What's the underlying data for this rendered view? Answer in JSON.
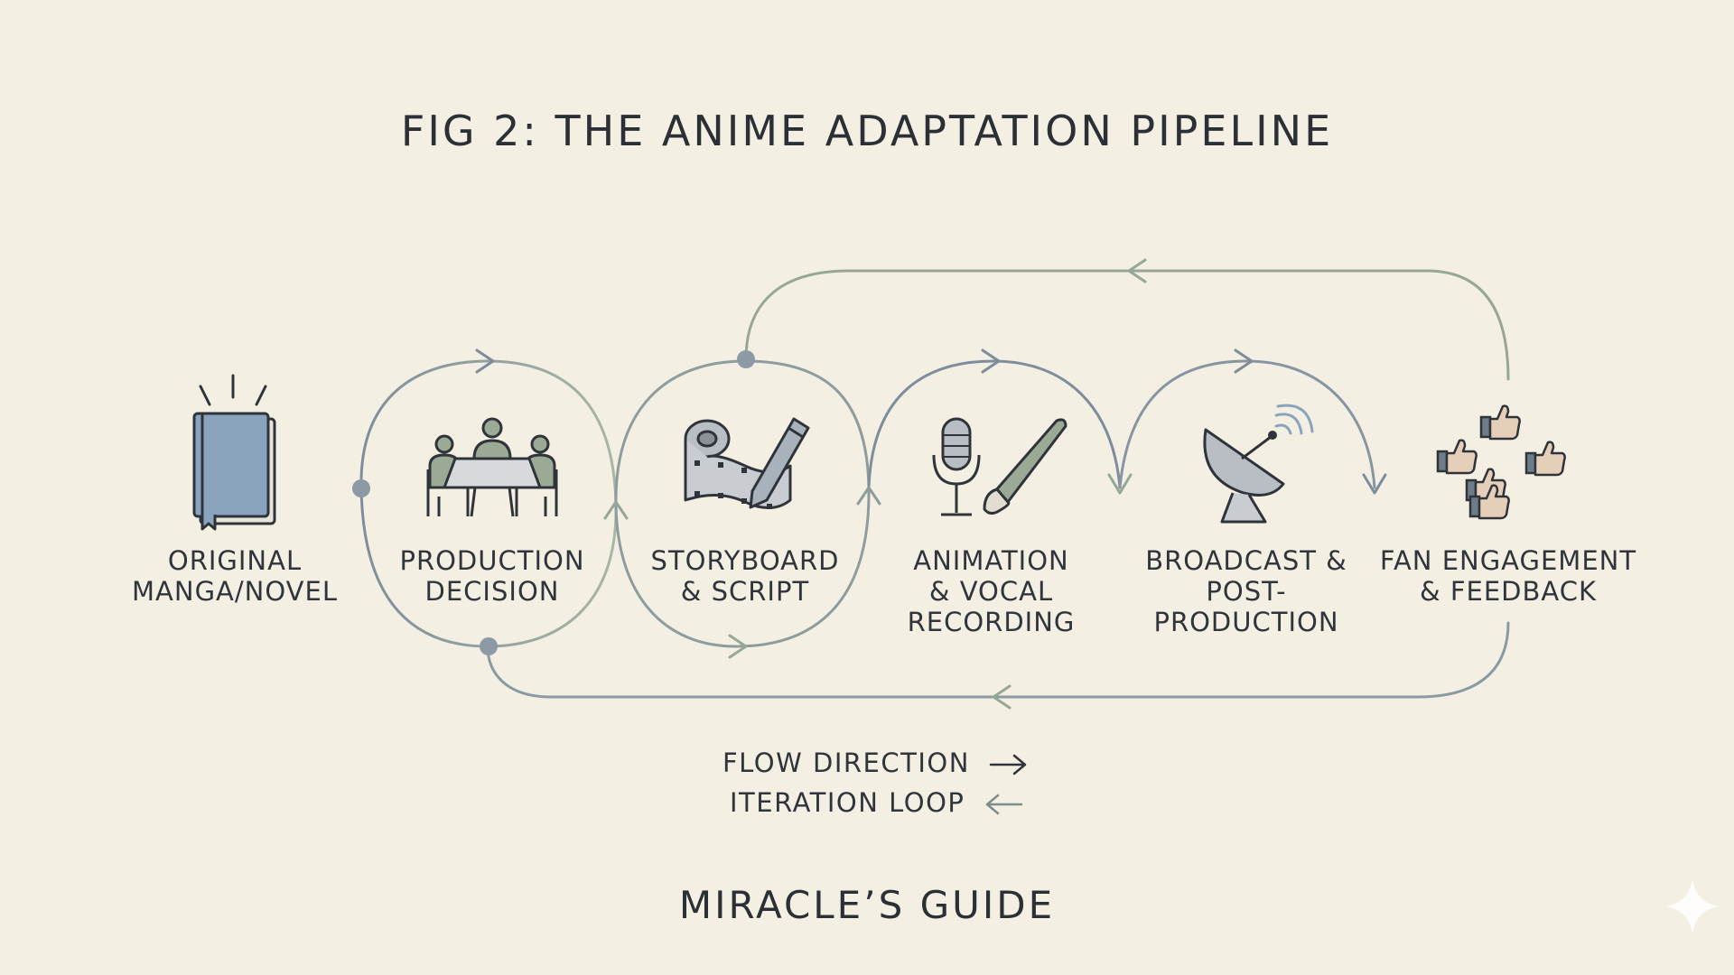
{
  "title": "FIG 2: THE ANIME ADAPTATION PIPELINE",
  "stages": [
    {
      "lines": [
        "ORIGINAL",
        "MANGA/NOVEL"
      ],
      "icon": "book-icon"
    },
    {
      "lines": [
        "PRODUCTION",
        "DECISION"
      ],
      "icon": "meeting-table-icon"
    },
    {
      "lines": [
        "STORYBOARD",
        "& SCRIPT"
      ],
      "icon": "film-reel-pencil-icon"
    },
    {
      "lines": [
        "ANIMATION",
        "& VOCAL",
        "RECORDING"
      ],
      "icon": "microphone-brush-icon"
    },
    {
      "lines": [
        "BROADCAST &",
        "POST-",
        "PRODUCTION"
      ],
      "icon": "satellite-dish-icon"
    },
    {
      "lines": [
        "FAN ENGAGEMENT",
        "& FEEDBACK"
      ],
      "icon": "thumbs-up-icon"
    }
  ],
  "legend": {
    "flow": "FLOW DIRECTION",
    "loop": "ITERATION LOOP"
  },
  "footer": "MIRACLE’S GUIDE",
  "colors": {
    "background": "#f4efe3",
    "flow_line": "#7d8d9c",
    "loop_line": "#97a797",
    "icon_blue": "#8aa4bd",
    "icon_green": "#9aaa95",
    "icon_gray": "#b9bec4",
    "text": "#2b2f36"
  }
}
